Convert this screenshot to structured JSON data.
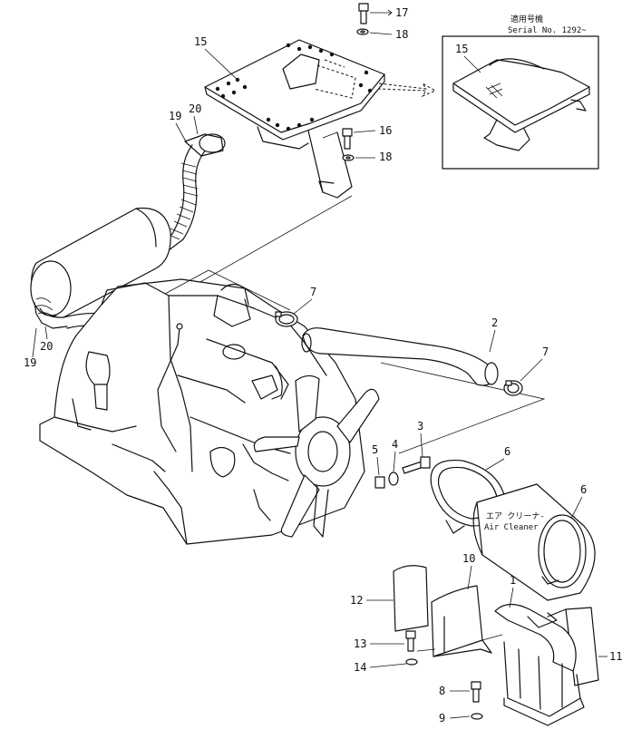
{
  "callouts": {
    "c1": "1",
    "c2": "2",
    "c3": "3",
    "c4": "4",
    "c5": "5",
    "c6a": "6",
    "c6b": "6",
    "c7a": "7",
    "c7b": "7",
    "c8": "8",
    "c9": "9",
    "c10": "10",
    "c11": "11",
    "c12": "12",
    "c13": "13",
    "c14": "14",
    "c15a": "15",
    "c15b": "15",
    "c16": "16",
    "c17": "17",
    "c18a": "18",
    "c18b": "18",
    "c19a": "19",
    "c19b": "19",
    "c20a": "20",
    "c20b": "20"
  },
  "inset": {
    "serial_jp": "適用号機",
    "serial_no": "Serial No. 1292~"
  },
  "air_cleaner": {
    "label_jp": "エア クリーナ-",
    "label_en": "Air Cleaner"
  }
}
